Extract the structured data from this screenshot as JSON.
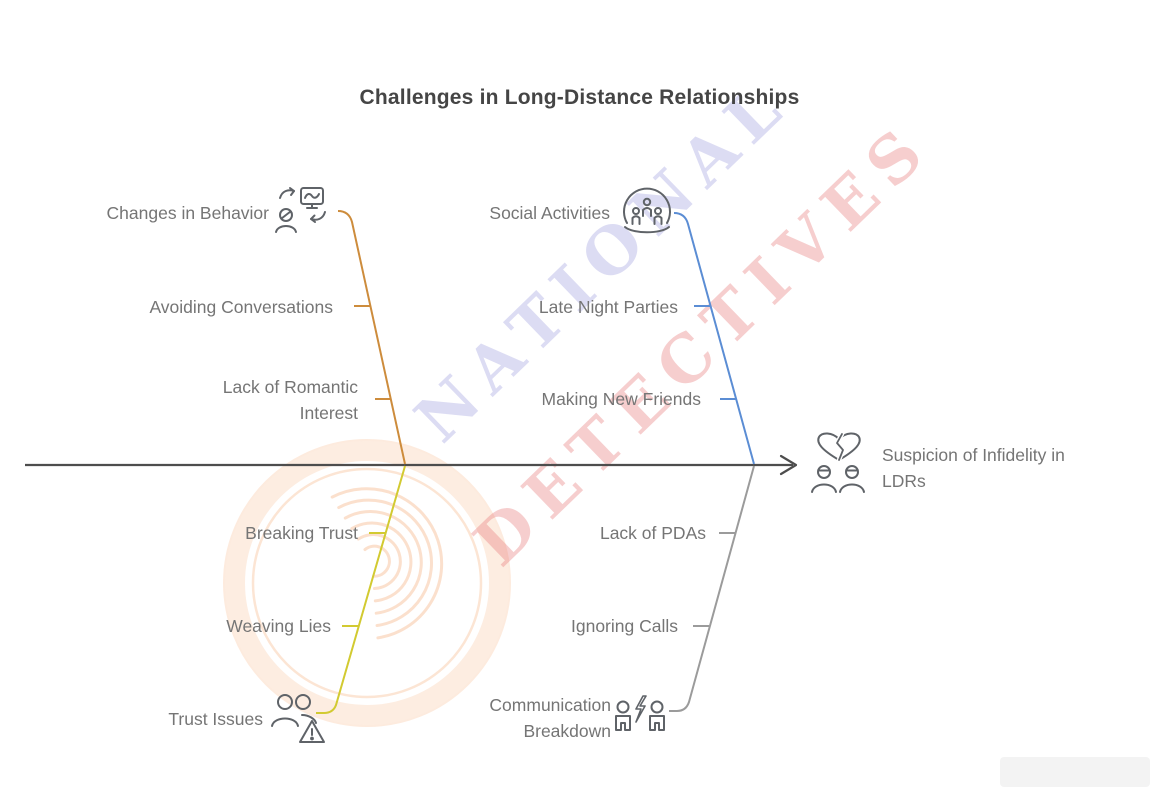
{
  "title": "Challenges in Long-Distance Relationships",
  "watermark": {
    "line1": "NATIONAL",
    "line2": "DETECTIVES"
  },
  "effect": {
    "label": "Suspicion of Infidelity in LDRs",
    "icon": "broken-heart-couple-icon"
  },
  "branches": [
    {
      "name": "changes-in-behavior",
      "position": "top-left",
      "color": "#cd8c3c",
      "items": [
        {
          "label": "Changes in Behavior",
          "icon": "behavior-change-icon"
        },
        {
          "label": "Avoiding Conversations"
        },
        {
          "label": "Lack of Romantic Interest"
        }
      ]
    },
    {
      "name": "social-activities",
      "position": "top-right",
      "color": "#5b8dd4",
      "items": [
        {
          "label": "Social Activities",
          "icon": "group-people-icon"
        },
        {
          "label": "Late Night Parties"
        },
        {
          "label": "Making New Friends"
        }
      ]
    },
    {
      "name": "trust-issues",
      "position": "bottom-left",
      "color": "#d2ca31",
      "items": [
        {
          "label": "Breaking Trust"
        },
        {
          "label": "Weaving Lies"
        },
        {
          "label": "Trust Issues",
          "icon": "people-warning-icon"
        }
      ]
    },
    {
      "name": "communication-breakdown",
      "position": "bottom-right",
      "color": "#9b9b9b",
      "items": [
        {
          "label": "Lack of PDAs"
        },
        {
          "label": "Ignoring Calls"
        },
        {
          "label": "Communication Breakdown",
          "icon": "people-conflict-icon"
        }
      ]
    }
  ],
  "colors": {
    "spine": "#4d4d4d",
    "label_text": "#757575",
    "title_text": "#454545",
    "watermark_text_blue": "#8c8cd7",
    "watermark_text_red": "#e67878",
    "logo_watermark_peach": "#f39958"
  }
}
